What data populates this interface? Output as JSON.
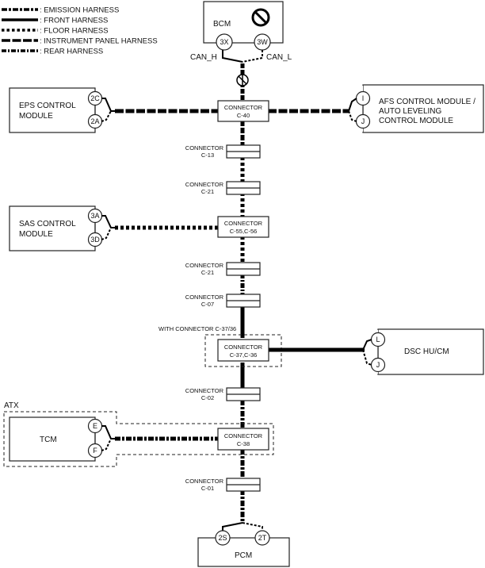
{
  "legend": [
    {
      "key": "emission",
      "label": ": EMISSION HARNESS"
    },
    {
      "key": "front",
      "label": ": FRONT HARNESS"
    },
    {
      "key": "floor",
      "label": ": FLOOR HARNESS"
    },
    {
      "key": "instrument",
      "label": ": INSTRUMENT PANEL HARNESS"
    },
    {
      "key": "rear",
      "label": ": REAR HARNESS"
    }
  ],
  "modules": {
    "bcm": {
      "name": "BCM",
      "pins": [
        "3X",
        "3W"
      ],
      "can_h": "CAN_H",
      "can_l": "CAN_L",
      "icon": "prohibited-icon"
    },
    "eps": {
      "line1": "EPS CONTROL",
      "line2": "MODULE",
      "pins": [
        "2C",
        "2A"
      ]
    },
    "afs": {
      "line1": "AFS CONTROL MODULE /",
      "line2": "AUTO LEVELING",
      "line3": "CONTROL MODULE",
      "pins": [
        "I",
        "J"
      ]
    },
    "sas": {
      "line1": "SAS CONTROL",
      "line2": "MODULE",
      "pins": [
        "3A",
        "3D"
      ]
    },
    "dsc": {
      "name": "DSC HU/CM",
      "pins": [
        "L",
        "J"
      ]
    },
    "tcm": {
      "name": "TCM",
      "pins": [
        "E",
        "F"
      ],
      "group_label": "ATX"
    },
    "pcm": {
      "name": "PCM",
      "pins": [
        "2S",
        "2T"
      ]
    }
  },
  "connectors": {
    "c40": {
      "line1": "CONNECTOR",
      "line2": "C-40"
    },
    "c13": {
      "line1": "CONNECTOR",
      "line2": "C-13"
    },
    "c21a": {
      "line1": "CONNECTOR",
      "line2": "C-21"
    },
    "c5556": {
      "line1": "CONNECTOR",
      "line2": "C-55,C-56"
    },
    "c21b": {
      "line1": "CONNECTOR",
      "line2": "C-21"
    },
    "c07": {
      "line1": "CONNECTOR",
      "line2": "C-07"
    },
    "c3736": {
      "line1": "CONNECTOR",
      "line2": "C-37,C-36",
      "group_label": "WITH CONNECTOR C-37/36"
    },
    "c02": {
      "line1": "CONNECTOR",
      "line2": "C-02"
    },
    "c38": {
      "line1": "CONNECTOR",
      "line2": "C-38"
    },
    "c01": {
      "line1": "CONNECTOR",
      "line2": "C-01"
    }
  }
}
